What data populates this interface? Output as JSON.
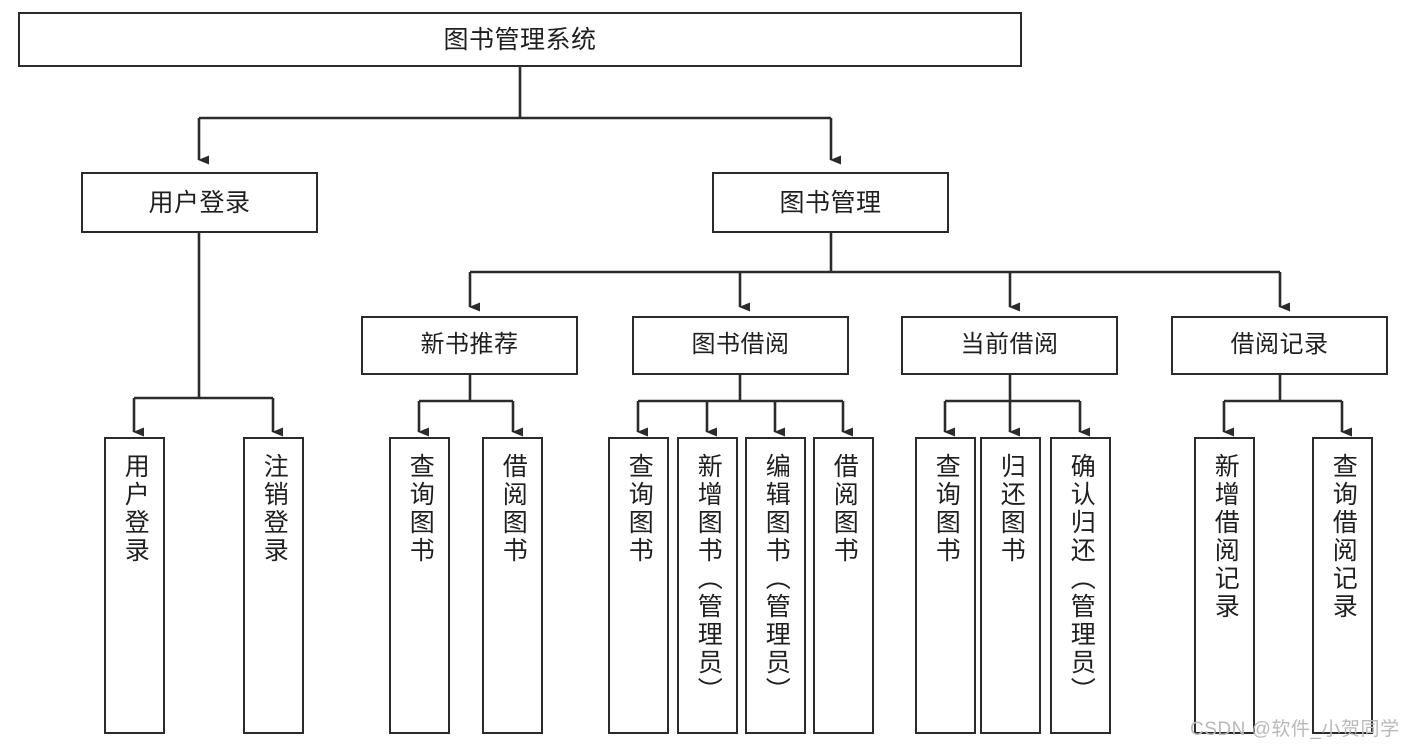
{
  "diagram": {
    "title": "图书管理系统",
    "root": {
      "label": "图书管理系统"
    },
    "level1": [
      {
        "label": "用户登录"
      },
      {
        "label": "图书管理"
      }
    ],
    "level2": [
      {
        "label": "新书推荐"
      },
      {
        "label": "图书借阅"
      },
      {
        "label": "当前借阅"
      },
      {
        "label": "借阅记录"
      }
    ],
    "leaves": {
      "user_login": [
        {
          "label": "用户登录"
        },
        {
          "label": "注销登录"
        }
      ],
      "new_book_recommend": [
        {
          "label": "查询图书"
        },
        {
          "label": "借阅图书"
        }
      ],
      "book_borrow": [
        {
          "label": "查询图书"
        },
        {
          "label": "新增图书（管理员）"
        },
        {
          "label": "编辑图书（管理员）"
        },
        {
          "label": "借阅图书"
        }
      ],
      "current_borrow": [
        {
          "label": "查询图书"
        },
        {
          "label": "归还图书"
        },
        {
          "label": "确认归还（管理员）"
        }
      ],
      "borrow_record": [
        {
          "label": "新增借阅记录"
        },
        {
          "label": "查询借阅记录"
        }
      ]
    }
  },
  "watermark": {
    "text": "CSDN @软件_小贺同学"
  },
  "colors": {
    "box_border": "#2b2b2b",
    "box_fill": "#ffffff",
    "edge": "#2b2b2b",
    "text": "#1f1f1f",
    "watermark": "#b9b9b9"
  }
}
